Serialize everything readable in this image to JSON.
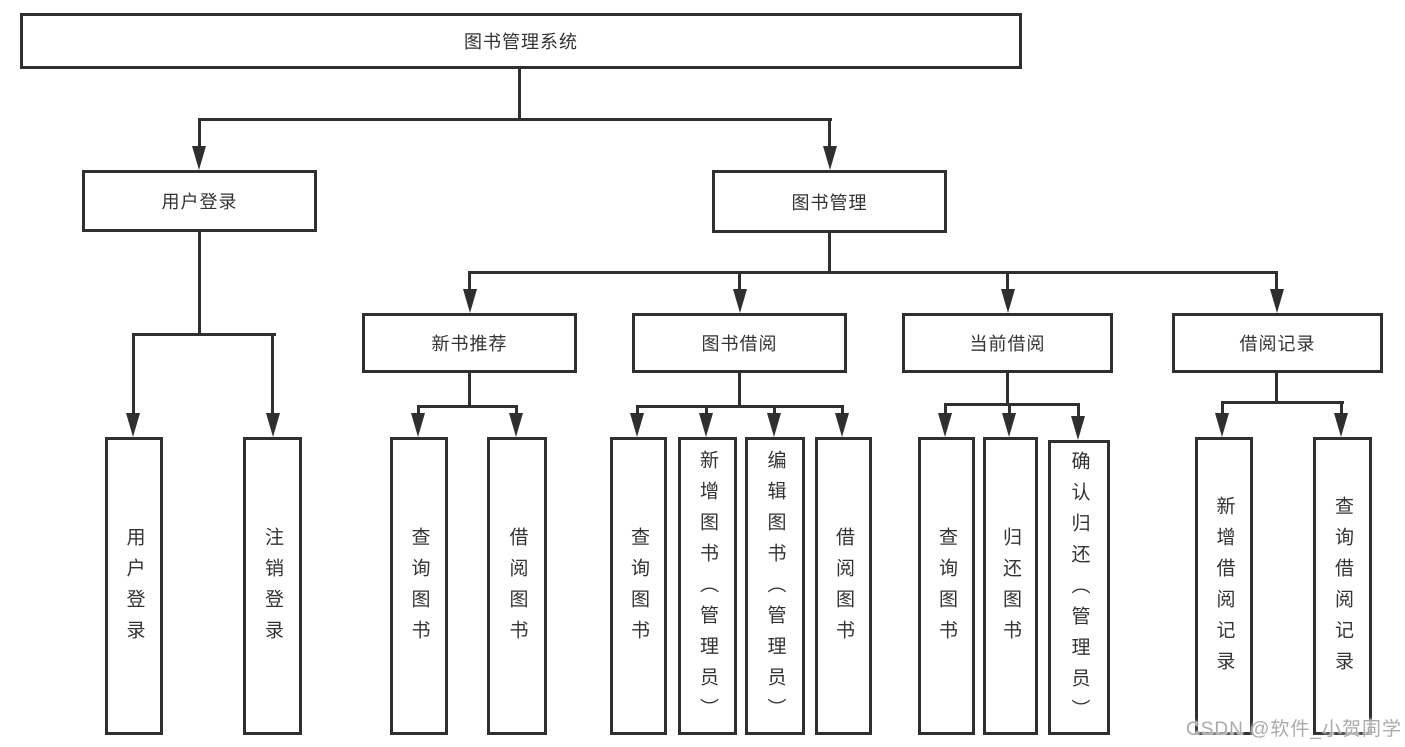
{
  "diagram_title": "图书管理系统",
  "tree": {
    "label": "图书管理系统",
    "children": [
      {
        "label": "用户登录",
        "children": [
          {
            "label": "用户登录"
          },
          {
            "label": "注销登录"
          }
        ]
      },
      {
        "label": "图书管理",
        "children": [
          {
            "label": "新书推荐",
            "children": [
              {
                "label": "查询图书"
              },
              {
                "label": "借阅图书"
              }
            ]
          },
          {
            "label": "图书借阅",
            "children": [
              {
                "label": "查询图书"
              },
              {
                "label": "新增图书（管理员）"
              },
              {
                "label": "编辑图书（管理员）"
              },
              {
                "label": "借阅图书"
              }
            ]
          },
          {
            "label": "当前借阅",
            "children": [
              {
                "label": "查询图书"
              },
              {
                "label": "归还图书"
              },
              {
                "label": "确认归还（管理员）"
              }
            ]
          },
          {
            "label": "借阅记录",
            "children": [
              {
                "label": "新增借阅记录"
              },
              {
                "label": "查询借阅记录"
              }
            ]
          }
        ]
      }
    ]
  },
  "watermark": {
    "text": "CSDN @软件_小贺同学"
  },
  "colors": {
    "line": "#2f2f2f",
    "text": "#333333",
    "watermark": "#ababab"
  }
}
